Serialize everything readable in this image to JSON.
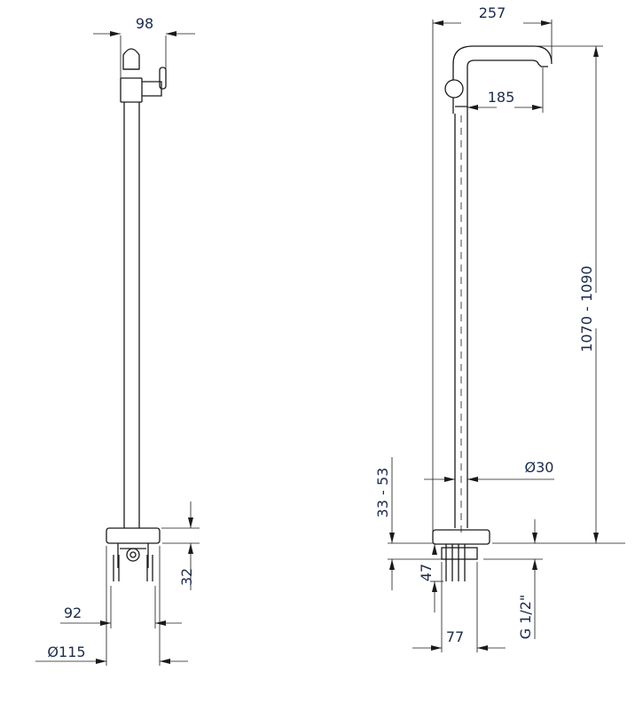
{
  "title": "Freestanding tap technical drawing",
  "front_view": {
    "dim_width": "98",
    "dim_base_height": "32",
    "dim_legs": "92",
    "dim_base_diameter": "Ø115"
  },
  "side_view": {
    "dim_reach_total": "257",
    "dim_spout_reach": "185",
    "dim_height": "1070 - 1090",
    "dim_pipe_diameter": "Ø30",
    "dim_floor_range": "33 - 53",
    "dim_depth": "47",
    "dim_thread": "G 1/2\"",
    "dim_legs": "77"
  }
}
